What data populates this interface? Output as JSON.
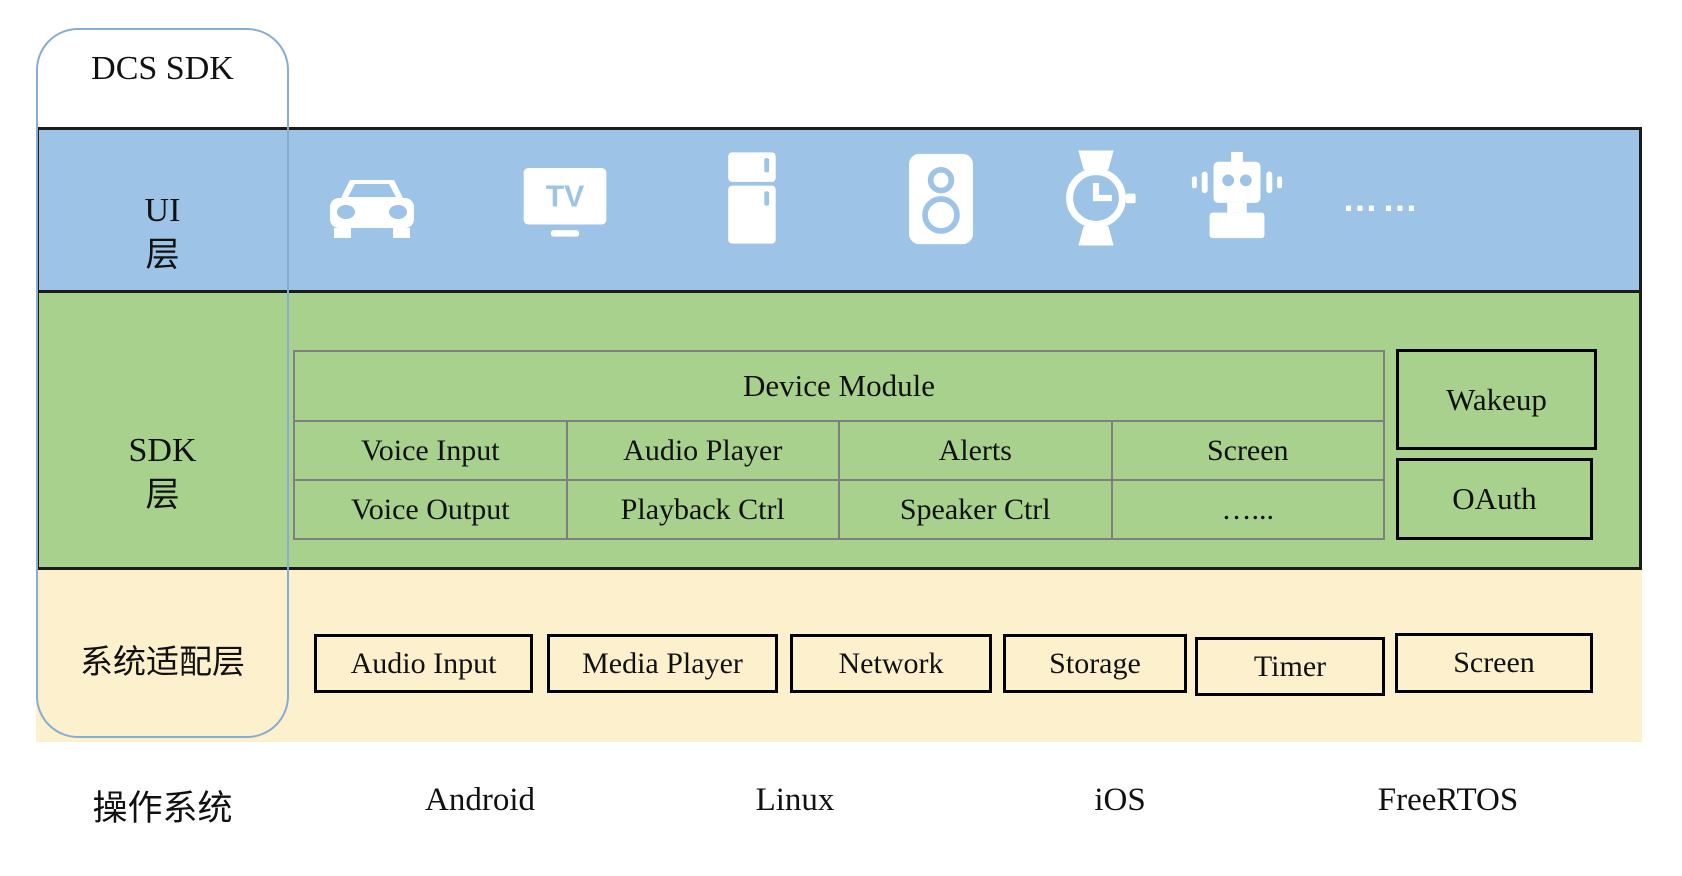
{
  "title_badge": {
    "label": "DCS SDK"
  },
  "colors": {
    "ui_band": "#9dc3e6",
    "sdk_band": "#a9d18e",
    "adapter_band": "#fdf0cd",
    "capsule_border": "#85aed2",
    "band_border": "#1c1c1c",
    "table_border": "#7f7f7f",
    "icon_color": "#ffffff"
  },
  "ui_layer": {
    "label_lines": [
      "UI",
      "层"
    ],
    "icons": [
      "car-icon",
      "tv-icon",
      "fridge-icon",
      "speaker-icon",
      "watch-icon",
      "robot-icon"
    ],
    "ellipsis": "……"
  },
  "sdk_layer": {
    "label_lines": [
      "SDK",
      "层"
    ],
    "device_module": {
      "title": "Device Module",
      "rows": [
        [
          "Voice Input",
          "Audio Player",
          "Alerts",
          "Screen"
        ],
        [
          "Voice Output",
          "Playback Ctrl",
          "Speaker Ctrl",
          "…..."
        ]
      ]
    },
    "side_boxes": {
      "wakeup": "Wakeup",
      "oauth": "OAuth"
    }
  },
  "adapter_layer": {
    "label": "系统适配层",
    "boxes": [
      "Audio Input",
      "Media Player",
      "Network",
      "Storage",
      "Timer",
      "Screen"
    ]
  },
  "os_row": {
    "label": "操作系统",
    "items": [
      "Android",
      "Linux",
      "iOS",
      "FreeRTOS"
    ]
  }
}
